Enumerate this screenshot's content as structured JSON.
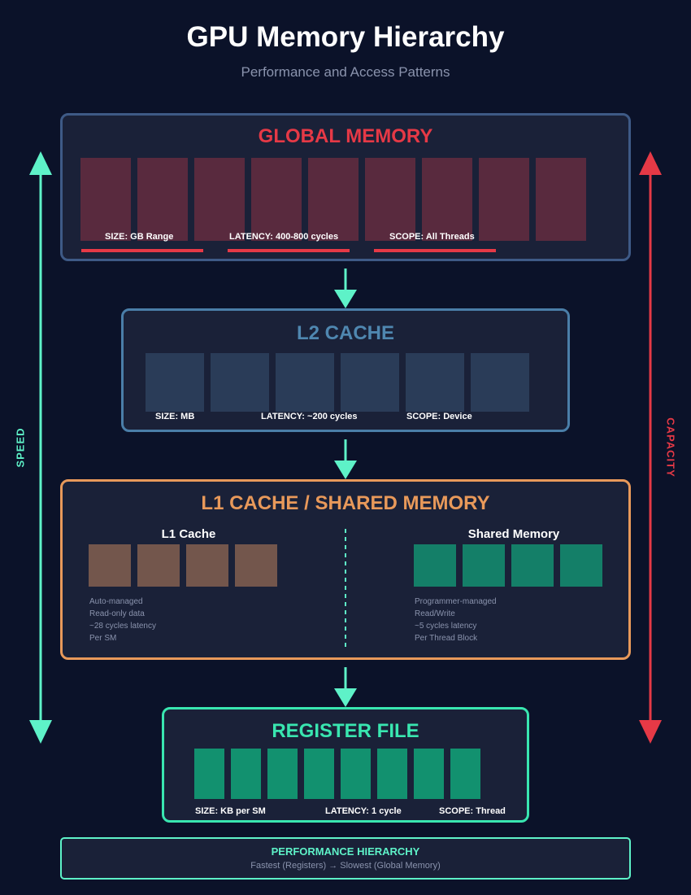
{
  "header": {
    "title": "GPU Memory Hierarchy",
    "subtitle": "Performance and Access Patterns"
  },
  "global_memory": {
    "title": "GLOBAL MEMORY",
    "size": "SIZE: GB Range",
    "latency": "LATENCY: 400-800 cycles",
    "scope": "SCOPE: All Threads",
    "block_count": 9
  },
  "l2_cache": {
    "title": "L2 CACHE",
    "size": "SIZE: MB",
    "latency": "LATENCY: ~200 cycles",
    "scope": "SCOPE: Device",
    "block_count": 6
  },
  "l1_shared": {
    "title": "L1 CACHE / SHARED MEMORY",
    "l1": {
      "heading": "L1 Cache",
      "notes": [
        "Auto-managed",
        "Read-only data",
        "~28 cycles latency",
        "Per SM"
      ]
    },
    "shared": {
      "heading": "Shared Memory",
      "notes": [
        "Programmer-managed",
        "Read/Write",
        "~5 cycles latency",
        "Per Thread Block"
      ]
    }
  },
  "register_file": {
    "title": "REGISTER FILE",
    "size": "SIZE: KB per SM",
    "latency": "LATENCY: 1 cycle",
    "scope": "SCOPE: Thread",
    "block_count": 8
  },
  "axes": {
    "left": "SPEED",
    "right": "CAPACITY"
  },
  "footer": {
    "title": "PERFORMANCE HIERARCHY",
    "text": "Fastest (Registers) → Slowest (Global Memory)"
  },
  "colors": {
    "background": "#0b1229",
    "global": "#e63946",
    "l2": "#4a7ea8",
    "l1": "#e8995a",
    "shared_block": "#147f68",
    "register": "#39e6b0",
    "speed_axis": "#5ef2c8"
  }
}
